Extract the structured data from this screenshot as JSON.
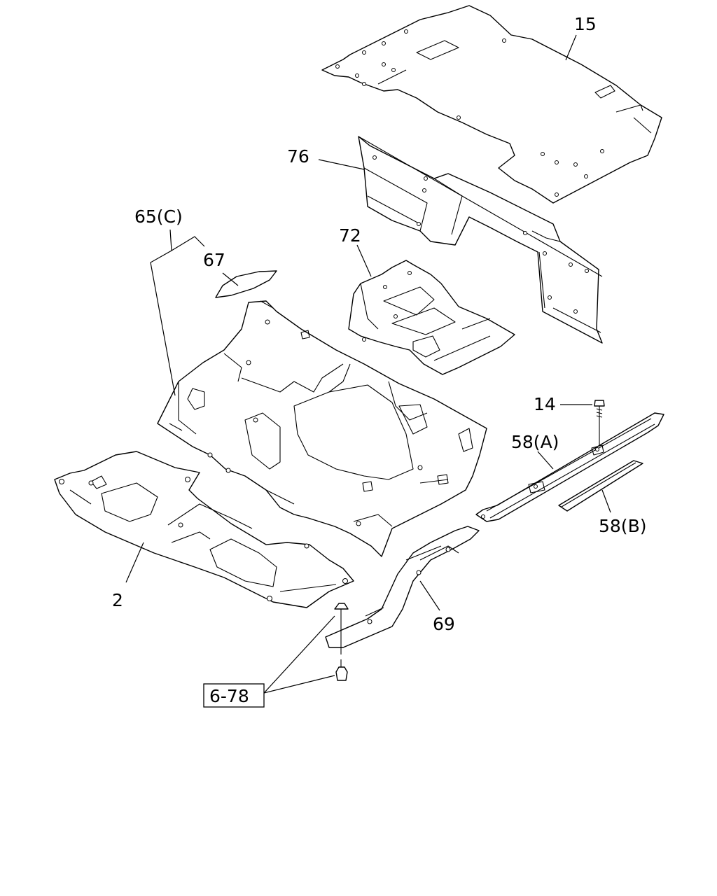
{
  "labels": {
    "p15": "15",
    "p76": "76",
    "p65c": "65(C)",
    "p67": "67",
    "p72": "72",
    "p14": "14",
    "p58a": "58(A)",
    "p58b": "58(B)",
    "p2": "2",
    "p69": "69",
    "ref": "6-78"
  }
}
